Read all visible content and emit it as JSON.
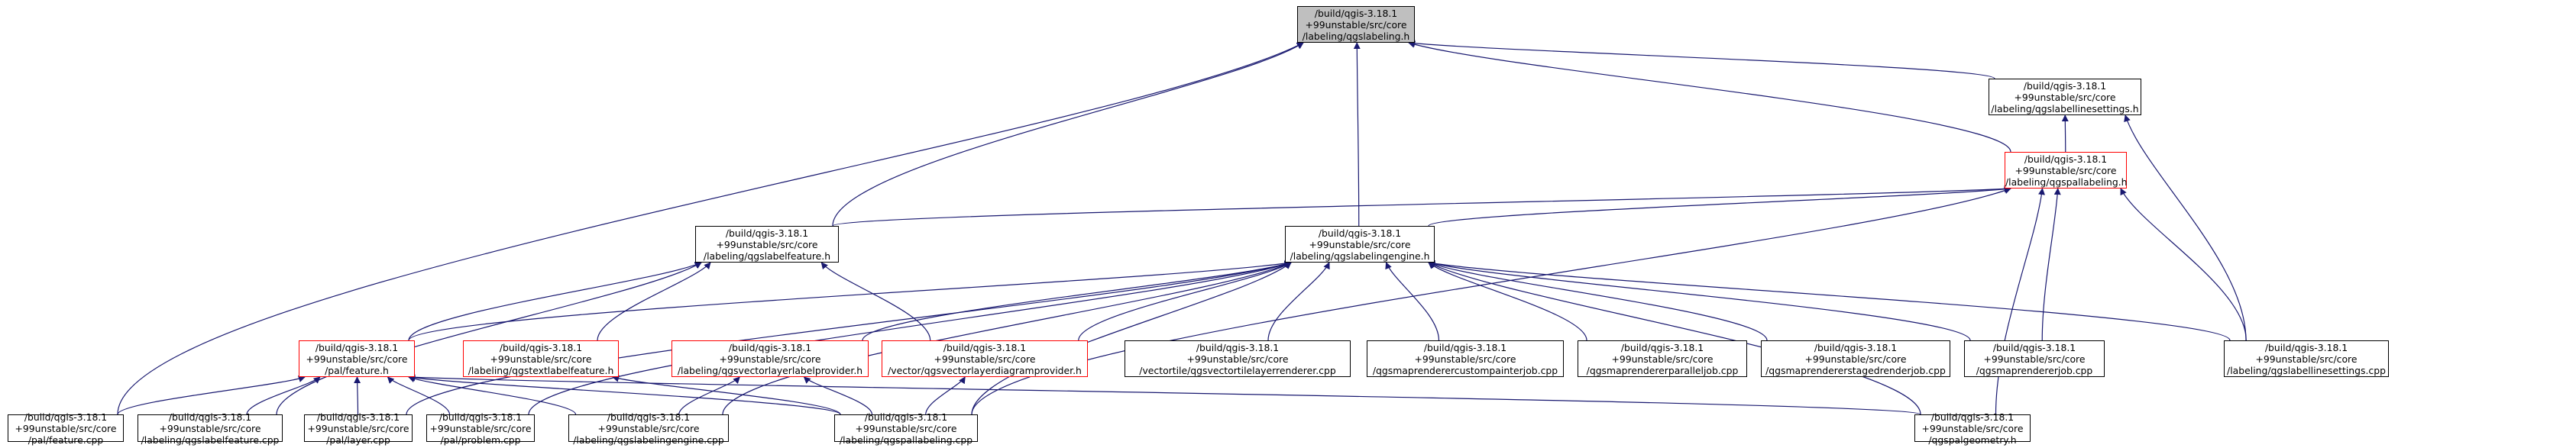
{
  "diagram": {
    "type": "include-dependency-graph",
    "colors": {
      "edge": "#191970",
      "focus_fill": "#bfbfbf",
      "truncated_border": "#ff0000",
      "border": "#000000",
      "background": "#ffffff"
    },
    "nodes": [
      {
        "id": "qgslabeling_h",
        "lines": [
          "/build/qgis-3.18.1",
          "+99unstable/src/core",
          "/labeling/qgslabeling.h"
        ],
        "focus": true
      },
      {
        "id": "qgslabellinesettings_h",
        "lines": [
          "/build/qgis-3.18.1",
          "+99unstable/src/core",
          "/labeling/qgslabellinesettings.h"
        ]
      },
      {
        "id": "qgspallabeling_h",
        "lines": [
          "/build/qgis-3.18.1",
          "+99unstable/src/core",
          "/labeling/qgspallabeling.h"
        ],
        "truncated": true
      },
      {
        "id": "qgslabelfeature_h",
        "lines": [
          "/build/qgis-3.18.1",
          "+99unstable/src/core",
          "/labeling/qgslabelfeature.h"
        ]
      },
      {
        "id": "qgslabelingengine_h",
        "lines": [
          "/build/qgis-3.18.1",
          "+99unstable/src/core",
          "/labeling/qgslabelingengine.h"
        ]
      },
      {
        "id": "feature_h",
        "lines": [
          "/build/qgis-3.18.1",
          "+99unstable/src/core",
          "/pal/feature.h"
        ],
        "truncated": true
      },
      {
        "id": "qgstextlabelfeature_h",
        "lines": [
          "/build/qgis-3.18.1",
          "+99unstable/src/core",
          "/labeling/qgstextlabelfeature.h"
        ],
        "truncated": true
      },
      {
        "id": "qgsvectorlayerlabelprovider_h",
        "lines": [
          "/build/qgis-3.18.1",
          "+99unstable/src/core",
          "/labeling/qgsvectorlayerlabelprovider.h"
        ],
        "truncated": true
      },
      {
        "id": "qgsvectorlayerdiagramprovider_h",
        "lines": [
          "/build/qgis-3.18.1",
          "+99unstable/src/core",
          "/vector/qgsvectorlayerdiagramprovider.h"
        ],
        "truncated": true
      },
      {
        "id": "qgsvectortilelayerrenderer_cpp",
        "lines": [
          "/build/qgis-3.18.1",
          "+99unstable/src/core",
          "/vectortile/qgsvectortilelayerrenderer.cpp"
        ]
      },
      {
        "id": "qgsmaprenderercustompainterjob_cpp",
        "lines": [
          "/build/qgis-3.18.1",
          "+99unstable/src/core",
          "/qgsmaprenderercustompainterjob.cpp"
        ]
      },
      {
        "id": "qgsmaprendererparalleljob_cpp",
        "lines": [
          "/build/qgis-3.18.1",
          "+99unstable/src/core",
          "/qgsmaprendererparalleljob.cpp"
        ]
      },
      {
        "id": "qgsmaprendererstagedrenderjob_cpp",
        "lines": [
          "/build/qgis-3.18.1",
          "+99unstable/src/core",
          "/qgsmaprendererstagedrenderjob.cpp"
        ]
      },
      {
        "id": "qgsmaprendererjob_cpp",
        "lines": [
          "/build/qgis-3.18.1",
          "+99unstable/src/core",
          "/qgsmaprendererjob.cpp"
        ]
      },
      {
        "id": "qgslabellinesettings_cpp",
        "lines": [
          "/build/qgis-3.18.1",
          "+99unstable/src/core",
          "/labeling/qgslabellinesettings.cpp"
        ]
      },
      {
        "id": "feature_cpp",
        "lines": [
          "/build/qgis-3.18.1",
          "+99unstable/src/core",
          "/pal/feature.cpp"
        ]
      },
      {
        "id": "qgslabelfeature_cpp",
        "lines": [
          "/build/qgis-3.18.1",
          "+99unstable/src/core",
          "/labeling/qgslabelfeature.cpp"
        ]
      },
      {
        "id": "layer_cpp",
        "lines": [
          "/build/qgis-3.18.1",
          "+99unstable/src/core",
          "/pal/layer.cpp"
        ]
      },
      {
        "id": "problem_cpp",
        "lines": [
          "/build/qgis-3.18.1",
          "+99unstable/src/core",
          "/pal/problem.cpp"
        ]
      },
      {
        "id": "qgslabelingengine_cpp",
        "lines": [
          "/build/qgis-3.18.1",
          "+99unstable/src/core",
          "/labeling/qgslabelingengine.cpp"
        ]
      },
      {
        "id": "qgspallabeling_cpp",
        "lines": [
          "/build/qgis-3.18.1",
          "+99unstable/src/core",
          "/labeling/qgspallabeling.cpp"
        ]
      },
      {
        "id": "qgspalgeometry_h",
        "lines": [
          "/build/qgis-3.18.1",
          "+99unstable/src/core",
          "/qgspalgeometry.h"
        ]
      }
    ],
    "edges": [
      [
        "qgslabellinesettings_h",
        "qgslabeling_h"
      ],
      [
        "qgspallabeling_h",
        "qgslabeling_h"
      ],
      [
        "qgslabelfeature_h",
        "qgslabeling_h"
      ],
      [
        "qgslabelingengine_h",
        "qgslabeling_h"
      ],
      [
        "feature_cpp",
        "qgslabeling_h"
      ],
      [
        "qgspallabeling_h",
        "qgslabellinesettings_h"
      ],
      [
        "qgslabellinesettings_cpp",
        "qgslabellinesettings_h"
      ],
      [
        "qgslabelfeature_h",
        "qgspallabeling_h"
      ],
      [
        "qgslabelingengine_h",
        "qgspallabeling_h"
      ],
      [
        "qgsmaprendererjob_cpp",
        "qgspallabeling_h"
      ],
      [
        "qgslabellinesettings_cpp",
        "qgspallabeling_h"
      ],
      [
        "qgspallabeling_cpp",
        "qgspallabeling_h"
      ],
      [
        "qgspalgeometry_h",
        "qgspallabeling_h"
      ],
      [
        "feature_h",
        "qgslabelfeature_h"
      ],
      [
        "qgstextlabelfeature_h",
        "qgslabelfeature_h"
      ],
      [
        "qgsvectorlayerdiagramprovider_h",
        "qgslabelfeature_h"
      ],
      [
        "qgslabelfeature_cpp",
        "qgslabelfeature_h"
      ],
      [
        "feature_h",
        "qgslabelingengine_h"
      ],
      [
        "qgsvectorlayerlabelprovider_h",
        "qgslabelingengine_h"
      ],
      [
        "qgsvectorlayerdiagramprovider_h",
        "qgslabelingengine_h"
      ],
      [
        "qgsvectortilelayerrenderer_cpp",
        "qgslabelingengine_h"
      ],
      [
        "qgsmaprenderercustompainterjob_cpp",
        "qgslabelingengine_h"
      ],
      [
        "qgsmaprendererparalleljob_cpp",
        "qgslabelingengine_h"
      ],
      [
        "qgsmaprendererstagedrenderjob_cpp",
        "qgslabelingengine_h"
      ],
      [
        "qgsmaprendererjob_cpp",
        "qgslabelingengine_h"
      ],
      [
        "qgslabellinesettings_cpp",
        "qgslabelingengine_h"
      ],
      [
        "qgslabelingengine_cpp",
        "qgslabelingengine_h"
      ],
      [
        "qgspallabeling_cpp",
        "qgslabelingengine_h"
      ],
      [
        "problem_cpp",
        "qgslabelingengine_h"
      ],
      [
        "layer_cpp",
        "qgslabelingengine_h"
      ],
      [
        "qgspalgeometry_h",
        "qgslabelingengine_h"
      ],
      [
        "feature_cpp",
        "feature_h"
      ],
      [
        "qgslabelfeature_cpp",
        "feature_h"
      ],
      [
        "layer_cpp",
        "feature_h"
      ],
      [
        "problem_cpp",
        "feature_h"
      ],
      [
        "qgslabelingengine_cpp",
        "feature_h"
      ],
      [
        "qgspallabeling_cpp",
        "feature_h"
      ],
      [
        "qgspalgeometry_h",
        "feature_h"
      ],
      [
        "qgspallabeling_cpp",
        "qgstextlabelfeature_h"
      ],
      [
        "qgslabelingengine_cpp",
        "qgsvectorlayerlabelprovider_h"
      ],
      [
        "qgspallabeling_cpp",
        "qgsvectorlayerlabelprovider_h"
      ],
      [
        "qgspallabeling_cpp",
        "qgsvectorlayerdiagramprovider_h"
      ]
    ]
  }
}
